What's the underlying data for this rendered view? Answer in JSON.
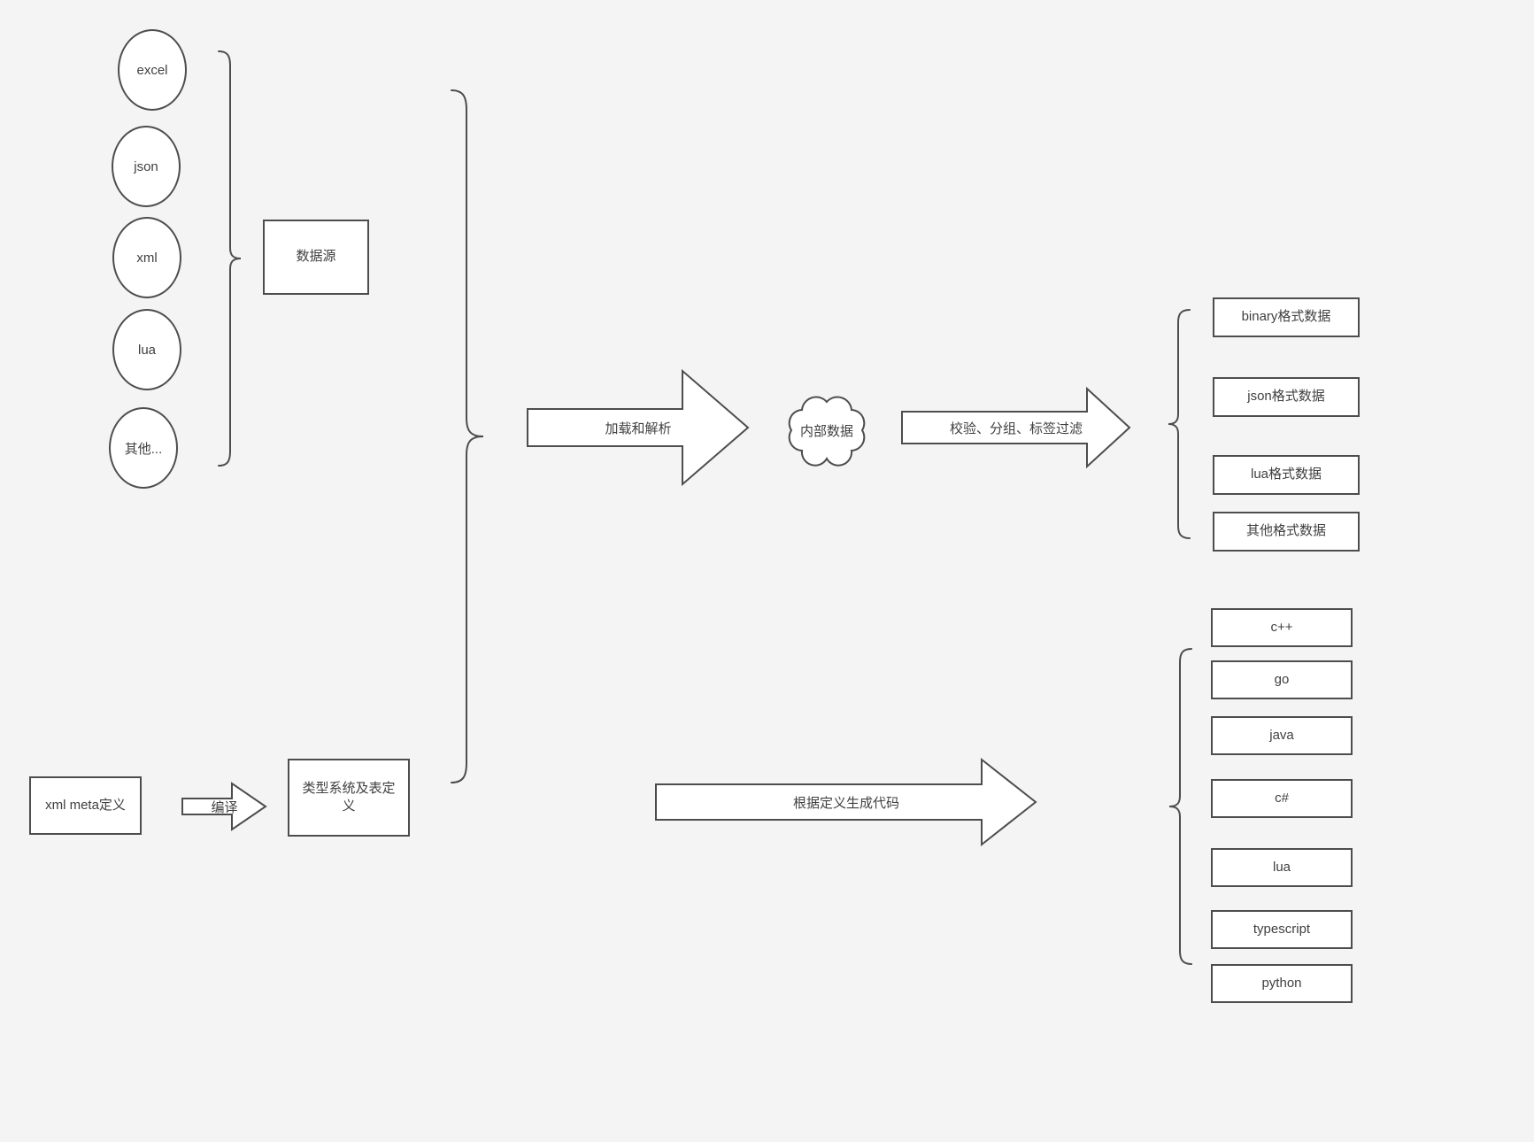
{
  "colors": {
    "background": "#f4f4f4",
    "stroke": "#4d4d4d",
    "shape_fill": "#ffffff",
    "text": "#404040"
  },
  "sources": {
    "items": [
      "excel",
      "json",
      "xml",
      "lua",
      "其他..."
    ],
    "group_label": "数据源"
  },
  "definitions": {
    "meta_label": "xml meta定义",
    "compile_arrow_label": "编译",
    "type_system_label": "类型系统及表定义"
  },
  "pipeline": {
    "load_parse_label": "加载和解析",
    "internal_data_label": "内部数据",
    "filter_label": "校验、分组、标签过滤",
    "codegen_label": "根据定义生成代码"
  },
  "format_outputs": [
    "binary格式数据",
    "json格式数据",
    "lua格式数据",
    "其他格式数据"
  ],
  "language_outputs": [
    "c++",
    "go",
    "java",
    "c#",
    "lua",
    "typescript",
    "python"
  ]
}
